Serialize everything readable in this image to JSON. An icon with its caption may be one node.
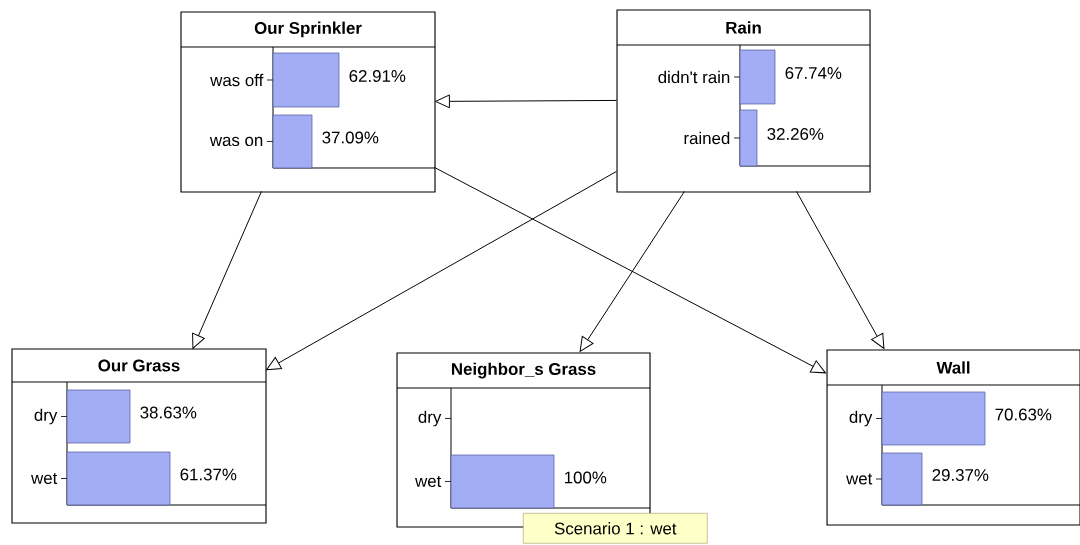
{
  "diagram": {
    "nodes": [
      {
        "text": [
          "Our Sprinkler",
          "was off",
          "62.91%",
          "was on",
          "37.09%"
        ]
      },
      {
        "text": [
          "Rain",
          "didn't rain",
          "67.74%",
          "rained",
          "32.26%"
        ]
      },
      {
        "text": [
          "Our Grass",
          "dry",
          "38.63%",
          "wet",
          "61.37%"
        ]
      },
      {
        "text": [
          "Neighbor_s Grass",
          "dry",
          "wet",
          "100%"
        ]
      },
      {
        "text": [
          "Wall",
          "dry",
          "70.63%",
          "wet",
          "29.37%"
        ]
      }
    ],
    "edges": [
      {
        "from": 1,
        "to": 0,
        "arrow": "to"
      },
      {
        "from": 0,
        "to": 2,
        "arrow": "to"
      },
      {
        "from": 0,
        "to": 4,
        "arrow": "to"
      },
      {
        "from": 1,
        "to": 2,
        "arrow": "to"
      },
      {
        "from": 1,
        "to": 3,
        "arrow": "to"
      },
      {
        "from": 1,
        "to": 4,
        "arrow": "to"
      }
    ],
    "labels": [
      "Scenario 1 : wet"
    ]
  }
}
